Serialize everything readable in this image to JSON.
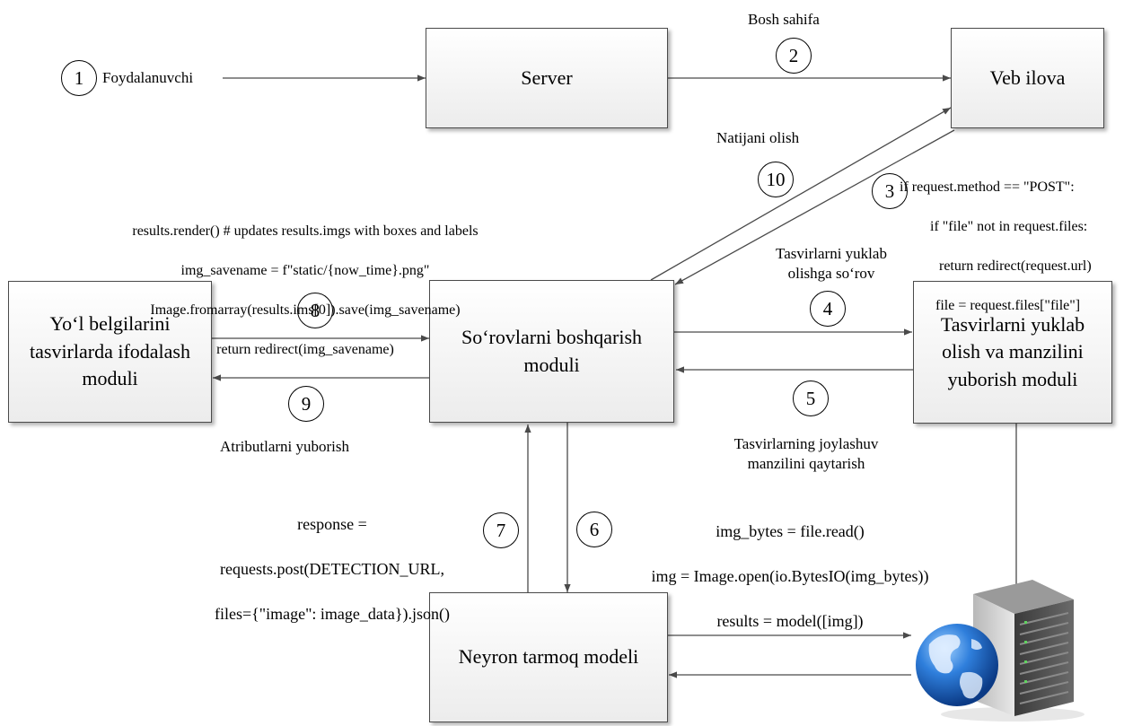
{
  "boxes": {
    "server": "Server",
    "veb_ilova": "Veb ilova",
    "sorov_modul": "So‘rovlarni boshqarish\nmoduli",
    "yol_modul": "Yo‘l belgilarini\ntasvirlarda ifodalash\nmoduli",
    "tasvir_modul": "Tasvirlarni yuklab\nolish va manzilini\nyuborish moduli",
    "neyron": "Neyron tarmoq modeli"
  },
  "numbers": [
    "1",
    "2",
    "3",
    "4",
    "5",
    "6",
    "7",
    "8",
    "9",
    "10"
  ],
  "labels": {
    "foydalanuvchi": "Foydalanuvchi",
    "bosh_sahifa": "Bosh sahifa",
    "natijani_olish": "Natijani olish",
    "tasvir_sorov": "Tasvirlarni yuklab\nolishga so‘rov",
    "tasvir_joylashuv": "Tasvirlarning  joylashuv\nmanzilini qaytarish",
    "atributlar": "Atributlarni yuborish"
  },
  "code": {
    "step3": [
      "if request.method == \"POST\":",
      "if \"file\" not in request.files:",
      "return redirect(request.url)",
      "file = request.files[\"file\"]"
    ],
    "step8": [
      "results.render()  # updates results.imgs with boxes and labels",
      "img_savename = f\"static/{now_time}.png\"",
      "Image.fromarray(results.ims[0]).save(img_savename)",
      "return redirect(img_savename)"
    ],
    "step6": [
      "img_bytes = file.read()",
      "img = Image.open(io.BytesIO(img_bytes))",
      "results = model([img])"
    ],
    "step7": [
      "response =",
      "requests.post(DETECTION_URL,",
      "files={\"image\": image_data}).json()"
    ]
  },
  "icons": {
    "server_globe": "server-globe-icon"
  },
  "colors": {
    "line": "#4a4a4a",
    "box_border": "#4a4a4a",
    "globe_blue": "#1a5fb8"
  }
}
